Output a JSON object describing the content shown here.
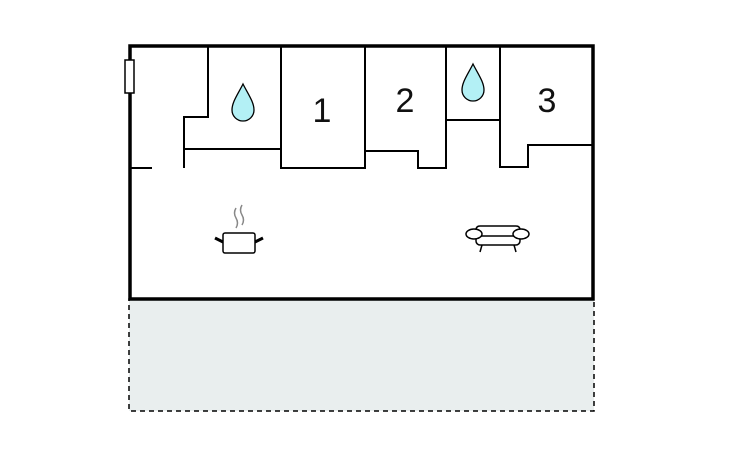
{
  "plan": {
    "rooms": [
      {
        "label": "1"
      },
      {
        "label": "2"
      },
      {
        "label": "3"
      }
    ],
    "icons": [
      "water-drop-icon",
      "water-drop-icon",
      "cooking-pot-icon",
      "sofa-icon"
    ],
    "colors": {
      "wall": "#000000",
      "drop": "#b3f0f5",
      "terrace": "#e9eeee"
    }
  }
}
